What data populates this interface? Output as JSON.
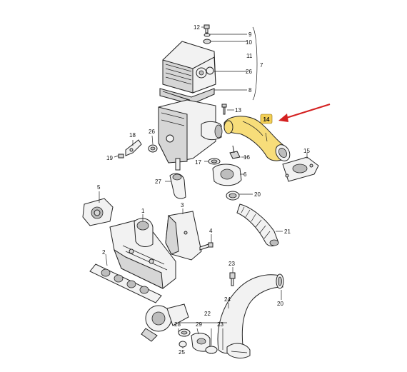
{
  "highlight": {
    "part_number": "14",
    "fill": "#f7dd7a",
    "badge": "#f3cf55",
    "arrow_color": "#d42020"
  },
  "callouts": {
    "c12": "12",
    "c9": "9",
    "c10": "10",
    "c11": "11",
    "c26a": "26",
    "c7": "7",
    "c8": "8",
    "c13": "13",
    "c18": "18",
    "c26b": "26",
    "c19": "19",
    "c16": "16",
    "c15": "15",
    "c17": "17",
    "c6": "6",
    "c27": "27",
    "c20a": "20",
    "c5": "5",
    "c21": "21",
    "c1": "1",
    "c3": "3",
    "c4": "4",
    "c2": "2",
    "c23": "23",
    "c20b": "20",
    "c24": "24",
    "c22": "22",
    "c28": "28",
    "c29": "29",
    "c23b": "23",
    "c25": "25"
  }
}
